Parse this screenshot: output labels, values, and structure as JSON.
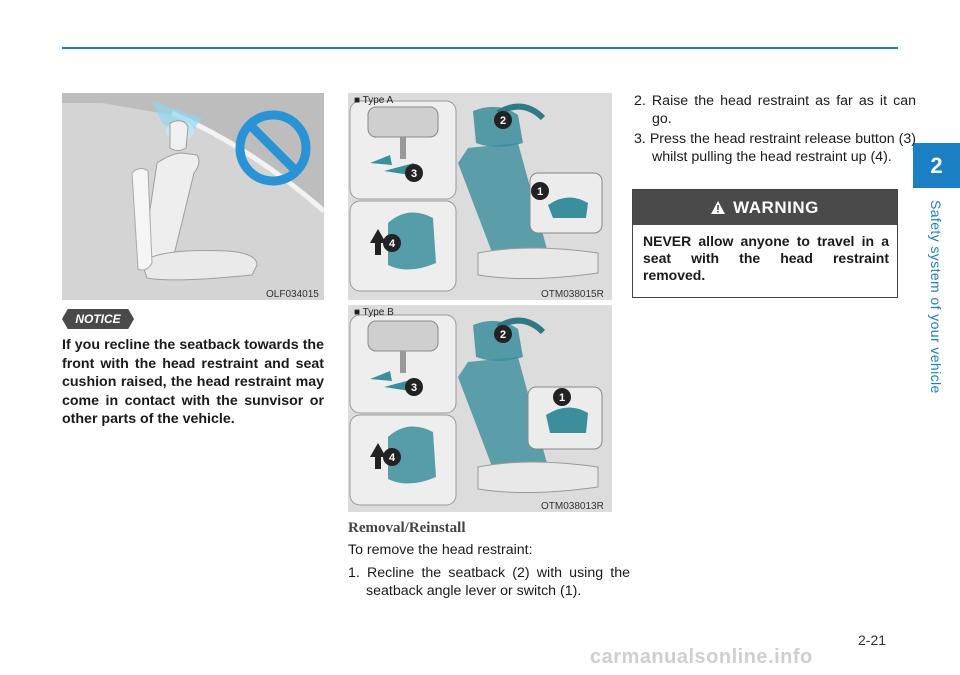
{
  "header": {
    "chapter_number": "2",
    "chapter_title": "Safety system of your vehicle"
  },
  "footer": {
    "page_number": "2-21",
    "watermark": "carmanualsonline.info"
  },
  "figures": {
    "recline": {
      "code": "OLF034015"
    },
    "type_a": {
      "label": "■ Type A",
      "code": "OTM038015R"
    },
    "type_b": {
      "label": "■ Type B",
      "code": "OTM038013R"
    }
  },
  "callouts": {
    "one": "1",
    "two": "2",
    "three": "3",
    "four": "4"
  },
  "notice": {
    "badge": "NOTICE",
    "text": "If you recline the seatback towards the front with the head restraint and seat cushion raised, the head restraint may come in contact with the sunvisor or other parts of the vehicle."
  },
  "removal": {
    "title": "Removal/Reinstall",
    "intro": "To remove the head restraint:",
    "steps": [
      "1. Recline the seatback (2) with using the seatback angle lever or switch (1).",
      "2. Raise the head restraint as far as it can go.",
      "3. Press the head restraint release button (3) whilst pulling the head restraint up (4)."
    ]
  },
  "warning": {
    "title": "WARNING",
    "text": "NEVER allow anyone to travel in a seat with the head restraint removed."
  },
  "colors": {
    "accent": "#1b7fc3",
    "teal": "#3b8e9c",
    "prohibit": "#2a93d5"
  }
}
